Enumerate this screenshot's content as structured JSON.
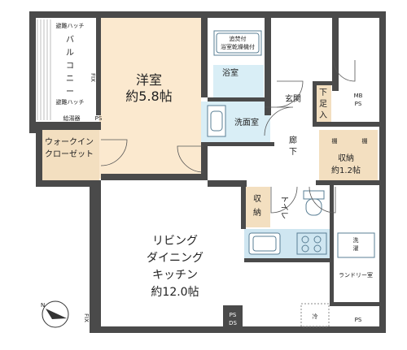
{
  "colors": {
    "wall": "#4a4a4a",
    "bedroom_floor": "#fbe9cf",
    "wet_area": "#d9eef6",
    "storage": "#f3dfc0",
    "kitchen_counter": "#cfe6f1",
    "balcony_hatch": "#cfcfcf"
  },
  "balcony": {
    "hatch_top": "避難ハッチ",
    "name_chars": [
      "バ",
      "ル",
      "コ",
      "ニ",
      "ー"
    ],
    "hatch_bottom": "避難ハッチ",
    "fix": "FIX"
  },
  "water_heater": "給湯器",
  "ps_small": "PS",
  "walk_in": {
    "line1": "ウォークイン",
    "line2": "クローゼット"
  },
  "bedroom": {
    "name": "洋室",
    "size": "約5.8帖"
  },
  "dryer": {
    "line1": "追焚付",
    "line2": "浴室乾燥機付"
  },
  "bath": "浴室",
  "washroom": "洗面室",
  "entrance": "玄関",
  "footrest": {
    "line1": "下",
    "line2": "足",
    "line3": "入"
  },
  "mbps": {
    "line1": "MB",
    "line2": "PS"
  },
  "hallway": {
    "line1": "廊",
    "line2": "下"
  },
  "storage_top": {
    "shelf1": "棚",
    "shelf2": "棚",
    "name": "収納",
    "size": "約1.2帖"
  },
  "storage_small": {
    "line1": "収",
    "line2": "納"
  },
  "toilet": "トイレ",
  "ldk": {
    "line1": "リビング",
    "line2": "ダイニング",
    "line3": "キッチン",
    "size": "約12.0帖"
  },
  "washer": {
    "line1": "洗",
    "line2": "濯"
  },
  "laundry": "ランドリー室",
  "fridge": "冷",
  "ps_ds": {
    "line1": "PS",
    "line2": "DS"
  },
  "ps_bottom_right": "PS",
  "fix_left": "FIX",
  "compass": "N"
}
